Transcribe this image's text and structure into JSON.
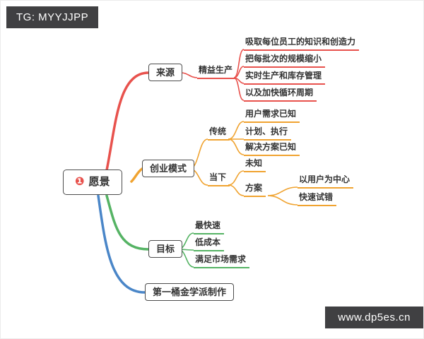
{
  "watermarks": {
    "top": "TG: MYYJJPP",
    "bottom": "www.dp5es.cn"
  },
  "root": {
    "badge": "❶",
    "label": "愿景"
  },
  "branches": {
    "source": {
      "label": "来源",
      "child": {
        "label": "精益生产",
        "leaves": [
          "吸取每位员工的知识和创造力",
          "把每批次的规模缩小",
          "实时生产和库存管理",
          "以及加快循环周期"
        ]
      }
    },
    "startup": {
      "label": "创业模式",
      "traditional": {
        "label": "传统",
        "leaves": [
          "用户需求已知",
          "计划、执行",
          "解决方案已知"
        ]
      },
      "present": {
        "label": "当下",
        "unknown": "未知",
        "plan": {
          "label": "方案",
          "leaves": [
            "以用户为中心",
            "快速试错"
          ]
        }
      }
    },
    "goal": {
      "label": "目标",
      "leaves": [
        "最快速",
        "低成本",
        "满足市场需求"
      ]
    },
    "credit": {
      "label": "第一桶金学派制作"
    }
  },
  "colors": {
    "source": "#e8524d",
    "startup": "#f0a330",
    "goal": "#55b364",
    "credit": "#4a86c8",
    "badge_bg": "#404042",
    "node_border": "#4d4d4d",
    "text": "#333333"
  }
}
